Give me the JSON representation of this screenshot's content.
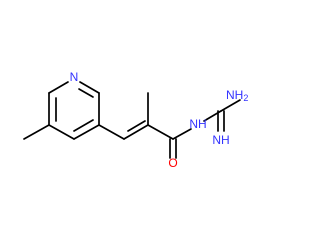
{
  "molecule": {
    "atoms": {
      "pyridine_n": "N",
      "amide_nh": "NH",
      "carbonyl_o": "O",
      "amine_nh2": "NH2",
      "imine_nh": "NH"
    },
    "colors": {
      "bond": "#000000",
      "nitrogen": "#3333ff",
      "oxygen": "#ff0000"
    }
  }
}
